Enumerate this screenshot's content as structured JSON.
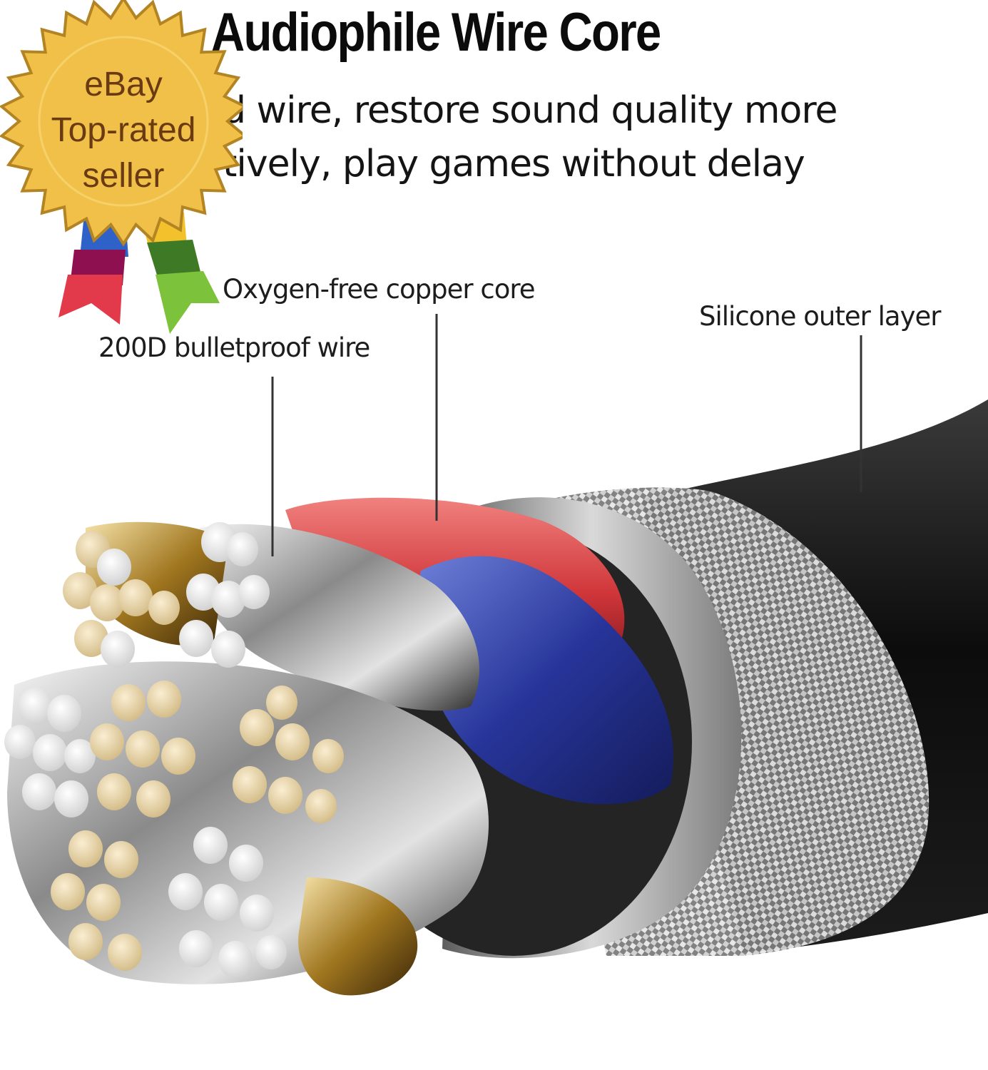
{
  "header": {
    "title": "Audiophile Wire Core",
    "line1": "d wire, restore sound quality more",
    "line2": "tively, play games without delay"
  },
  "labels": {
    "copper_core": "Oxygen-free copper core",
    "silicone_layer": "Silicone outer layer",
    "bulletproof_wire": "200D bulletproof wire"
  },
  "badge": {
    "line1": "eBay",
    "line2": "Top-rated",
    "line3": "seller",
    "ribbon_colors": [
      "#2e62c8",
      "#8f1050",
      "#e23a4a",
      "#f2c12b",
      "#3e7a26",
      "#7cc23a"
    ],
    "seal_color": "#f1c048"
  },
  "colors": {
    "jacket": "#111111",
    "braid": "#9a9a9a",
    "red_core": "#d23a3e",
    "blue_core": "#2f3f9e",
    "strand_silver": "#f2f2f2",
    "strand_gold": "#e8d5a8"
  }
}
